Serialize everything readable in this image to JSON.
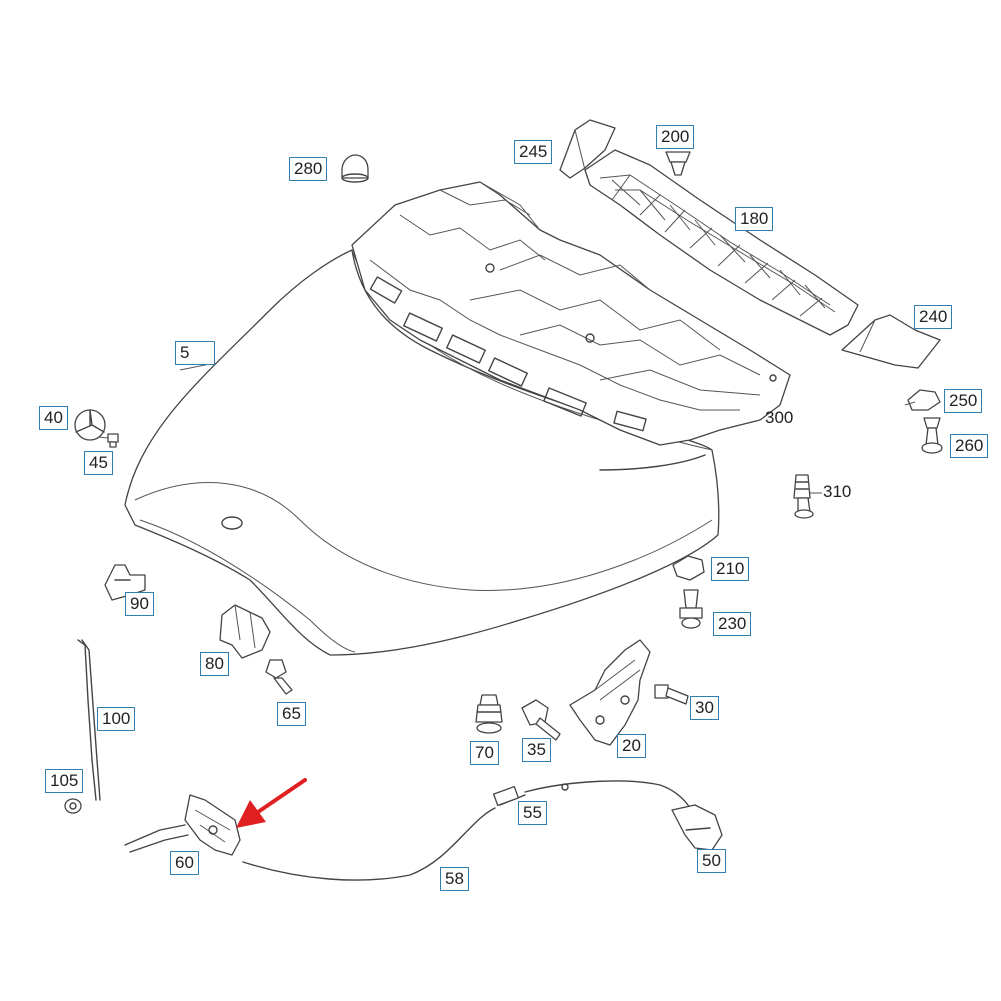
{
  "diagram": {
    "labels": {
      "p5": "5",
      "p20": "20",
      "p30": "30",
      "p35": "35",
      "p40": "40",
      "p45": "45",
      "p50": "50",
      "p55": "55",
      "p58": "58",
      "p60": "60",
      "p65": "65",
      "p70": "70",
      "p80": "80",
      "p90": "90",
      "p100": "100",
      "p105": "105",
      "p180": "180",
      "p200": "200",
      "p210": "210",
      "p230": "230",
      "p240": "240",
      "p245": "245",
      "p250": "250",
      "p260": "260",
      "p280": "280",
      "p300": "300",
      "p310": "310"
    },
    "colors": {
      "line": "#444444",
      "label_border": "#2f7fb3",
      "arrow": "#e02020"
    },
    "highlight": "red-arrow-pointing-to-part-60"
  }
}
